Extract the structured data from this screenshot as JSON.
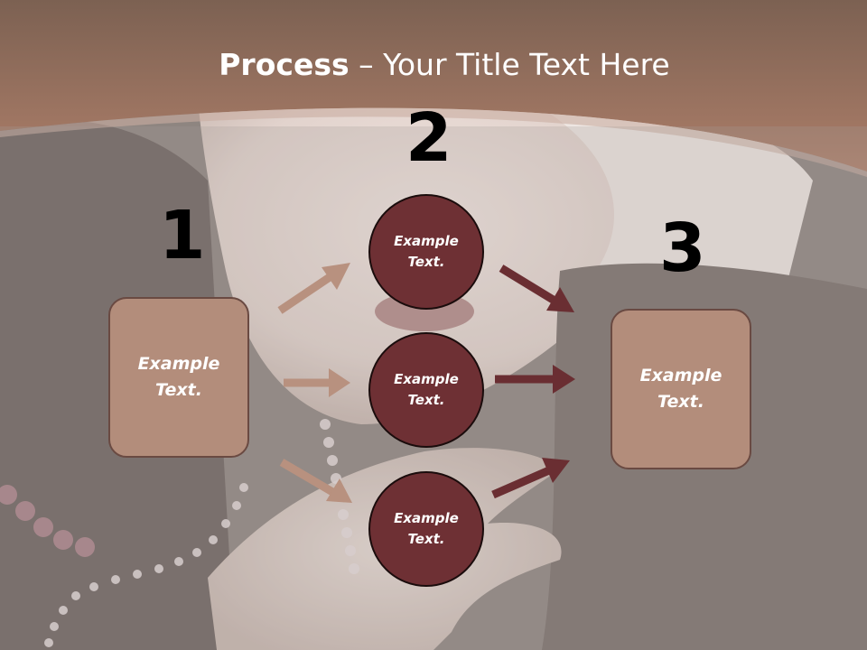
{
  "title": {
    "bold": "Process",
    "separator": " – ",
    "rest": "Your Title Text Here"
  },
  "steps": {
    "n1": "1",
    "n2": "2",
    "n3": "3"
  },
  "left_box": {
    "line1": "Example",
    "line2": "Text."
  },
  "right_box": {
    "line1": "Example",
    "line2": "Text."
  },
  "circles": [
    {
      "line1": "Example",
      "line2": "Text."
    },
    {
      "line1": "Example",
      "line2": "Text."
    },
    {
      "line1": "Example",
      "line2": "Text."
    }
  ],
  "colors": {
    "header": "#a47561",
    "box_fill": "#b38d7b",
    "circle_fill": "#6e3034",
    "light_arrow": "#b8917f",
    "dark_arrow": "#6a2e32"
  }
}
